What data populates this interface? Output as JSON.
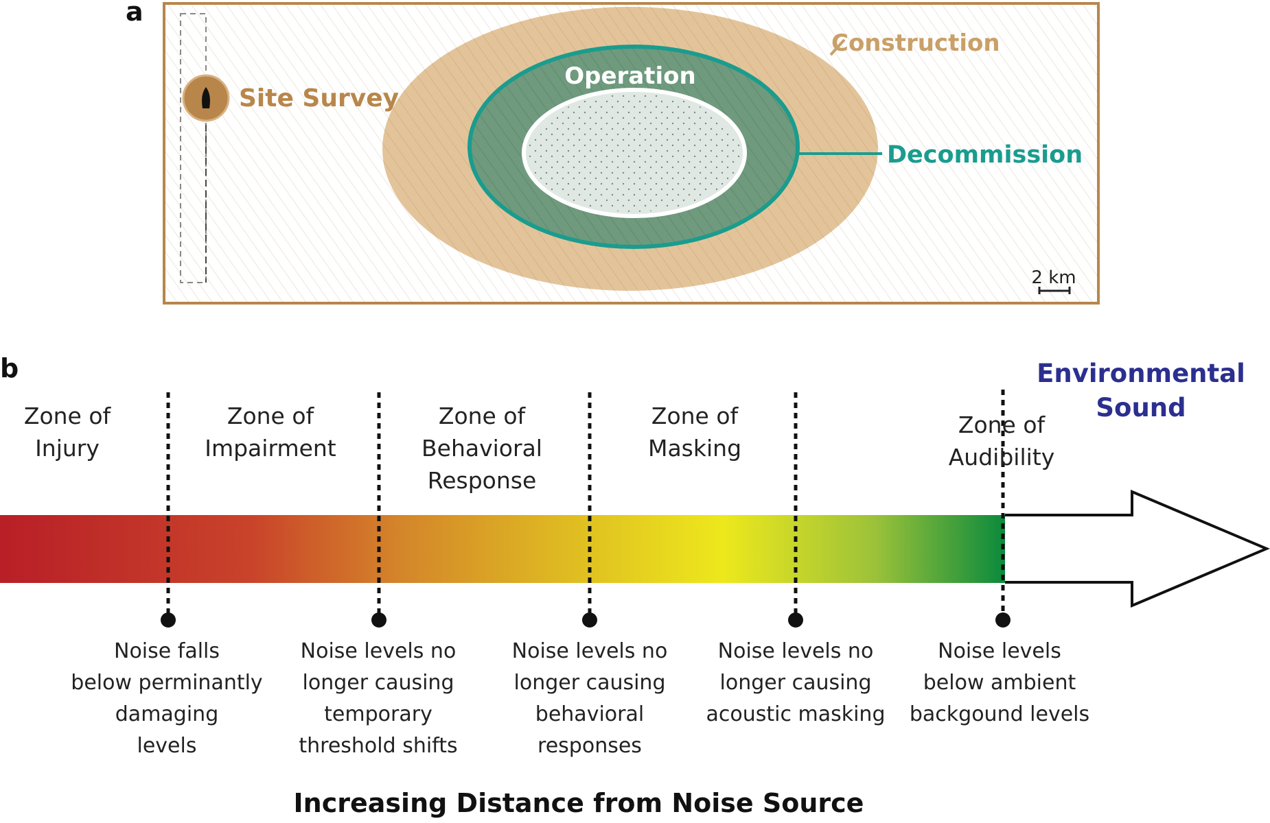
{
  "panel_a": {
    "letter": "a",
    "labels": {
      "site_survey": "Site Survey",
      "construction": "Construction",
      "operation": "Operation",
      "decommission": "Decommission"
    },
    "scale_bar": "2 km",
    "colors": {
      "frame": "#b8864b",
      "construction_fill": "#e3c49a",
      "construction_text": "#c9a068",
      "site_survey_text": "#b8864b",
      "operation_fill": "#6f9a7e",
      "ring_teal": "#1a9c8e",
      "center_fill": "#dfe8e2"
    }
  },
  "panel_b": {
    "letter": "b",
    "env_label": [
      "Environmental",
      "Sound"
    ],
    "zones": [
      [
        "Zone of",
        "Injury"
      ],
      [
        "Zone of",
        "Impairment"
      ],
      [
        "Zone of",
        "Behavioral",
        "Response"
      ],
      [
        "Zone of",
        "Masking"
      ],
      [
        "Zone of",
        "Audibility"
      ]
    ],
    "thresholds": [
      [
        "Noise falls",
        "below perminantly",
        "damaging",
        "levels"
      ],
      [
        "Noise levels no",
        "longer causing",
        "temporary",
        "threshold shifts"
      ],
      [
        "Noise levels no",
        "longer causing",
        "behavioral",
        "responses"
      ],
      [
        "Noise levels no",
        "longer causing",
        "acoustic masking"
      ],
      [
        "Noise levels",
        "below ambient",
        "backgound levels"
      ]
    ],
    "axis_label": "Increasing Distance from Noise Source",
    "colors": {
      "env_text": "#2b2f8f",
      "gradient": [
        "#b81f27",
        "#c9432a",
        "#d4862a",
        "#e0c021",
        "#ede81c",
        "#9cc23a",
        "#0b8a3c"
      ]
    }
  }
}
